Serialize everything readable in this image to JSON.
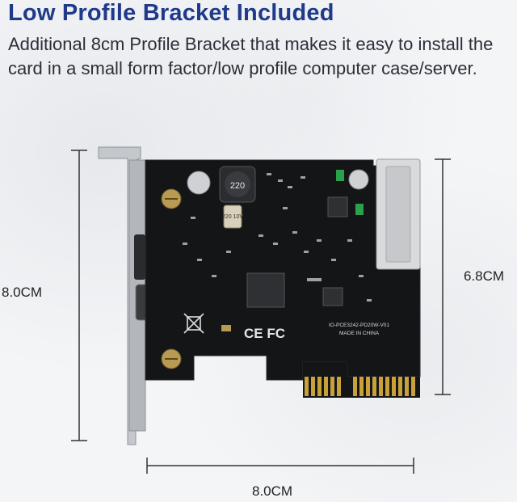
{
  "title": "Low Profile Bracket Included",
  "description": "Additional 8cm Profile Bracket that makes it easy to install the card in a small form factor/low profile computer case/server.",
  "dimensions": {
    "bracket_height": "8.0CM",
    "card_height": "6.8CM",
    "card_width": "8.0CM"
  },
  "card_marks": {
    "inductor": "220",
    "capacitor": "220 10V",
    "model": "IO-PCE3242-PD20W-V01",
    "origin": "MADE IN CHINA",
    "cert": "CE FC"
  },
  "colors": {
    "title": "#1f3a8a",
    "pcb": "#141517",
    "gold": "#c9a13a",
    "bracket": "#b9bcc1"
  }
}
